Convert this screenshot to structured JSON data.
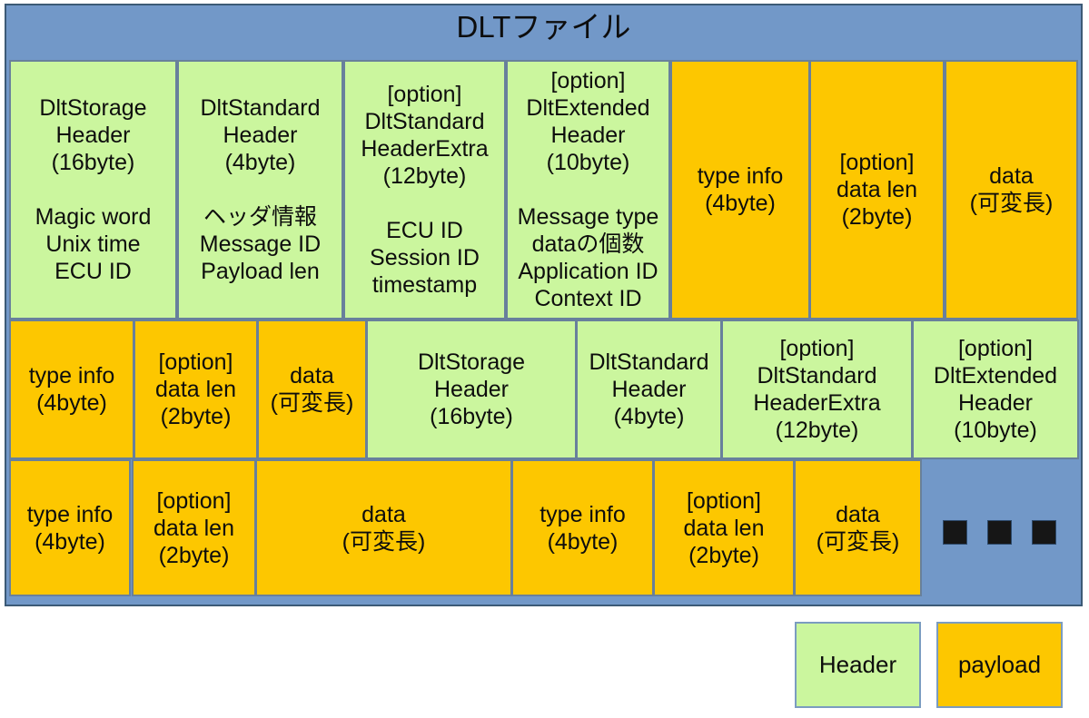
{
  "title": "DLTファイル",
  "colors": {
    "canvas_blue": "#7298c8",
    "header_green": "#cbf69e",
    "payload_orange": "#fdc700",
    "outer_border": "#3c5a76",
    "cell_border": "#68809c",
    "ellipsis_black": "#161616"
  },
  "rows": [
    {
      "cells": [
        {
          "kind": "header",
          "text": "DltStorage\nHeader\n(16byte)\n\nMagic word\nUnix time\nECU ID"
        },
        {
          "kind": "header",
          "text": "DltStandard\nHeader\n(4byte)\n\nヘッダ情報\nMessage ID\nPayload len"
        },
        {
          "kind": "header",
          "text": "[option]\nDltStandard\nHeaderExtra\n(12byte)\n\nECU ID\nSession ID\ntimestamp"
        },
        {
          "kind": "header",
          "text": "[option]\nDltExtended\nHeader\n(10byte)\n\nMessage type\ndataの個数\nApplication ID\nContext ID"
        },
        {
          "kind": "payload",
          "text": "type info\n(4byte)"
        },
        {
          "kind": "payload",
          "text": "[option]\ndata len\n(2byte)"
        },
        {
          "kind": "payload",
          "text": "data\n(可変長)"
        }
      ]
    },
    {
      "cells": [
        {
          "kind": "payload",
          "text": "type info\n(4byte)"
        },
        {
          "kind": "payload",
          "text": "[option]\ndata len\n(2byte)"
        },
        {
          "kind": "payload",
          "text": "data\n(可変長)"
        },
        {
          "kind": "header",
          "text": "DltStorage\nHeader\n(16byte)"
        },
        {
          "kind": "header",
          "text": "DltStandard\nHeader\n(4byte)"
        },
        {
          "kind": "header",
          "text": "[option]\nDltStandard\nHeaderExtra\n(12byte)"
        },
        {
          "kind": "header",
          "text": "[option]\nDltExtended\nHeader\n(10byte)"
        }
      ]
    },
    {
      "cells": [
        {
          "kind": "payload",
          "text": "type info\n(4byte)"
        },
        {
          "kind": "payload",
          "text": "[option]\ndata len\n(2byte)"
        },
        {
          "kind": "payload",
          "text": "data\n(可変長)"
        },
        {
          "kind": "payload",
          "text": "type info\n(4byte)"
        },
        {
          "kind": "payload",
          "text": "[option]\ndata len\n(2byte)"
        },
        {
          "kind": "payload",
          "text": "data\n(可変長)"
        }
      ]
    }
  ],
  "ellipsis_count": 3,
  "legend": {
    "header_label": "Header",
    "payload_label": "payload"
  }
}
